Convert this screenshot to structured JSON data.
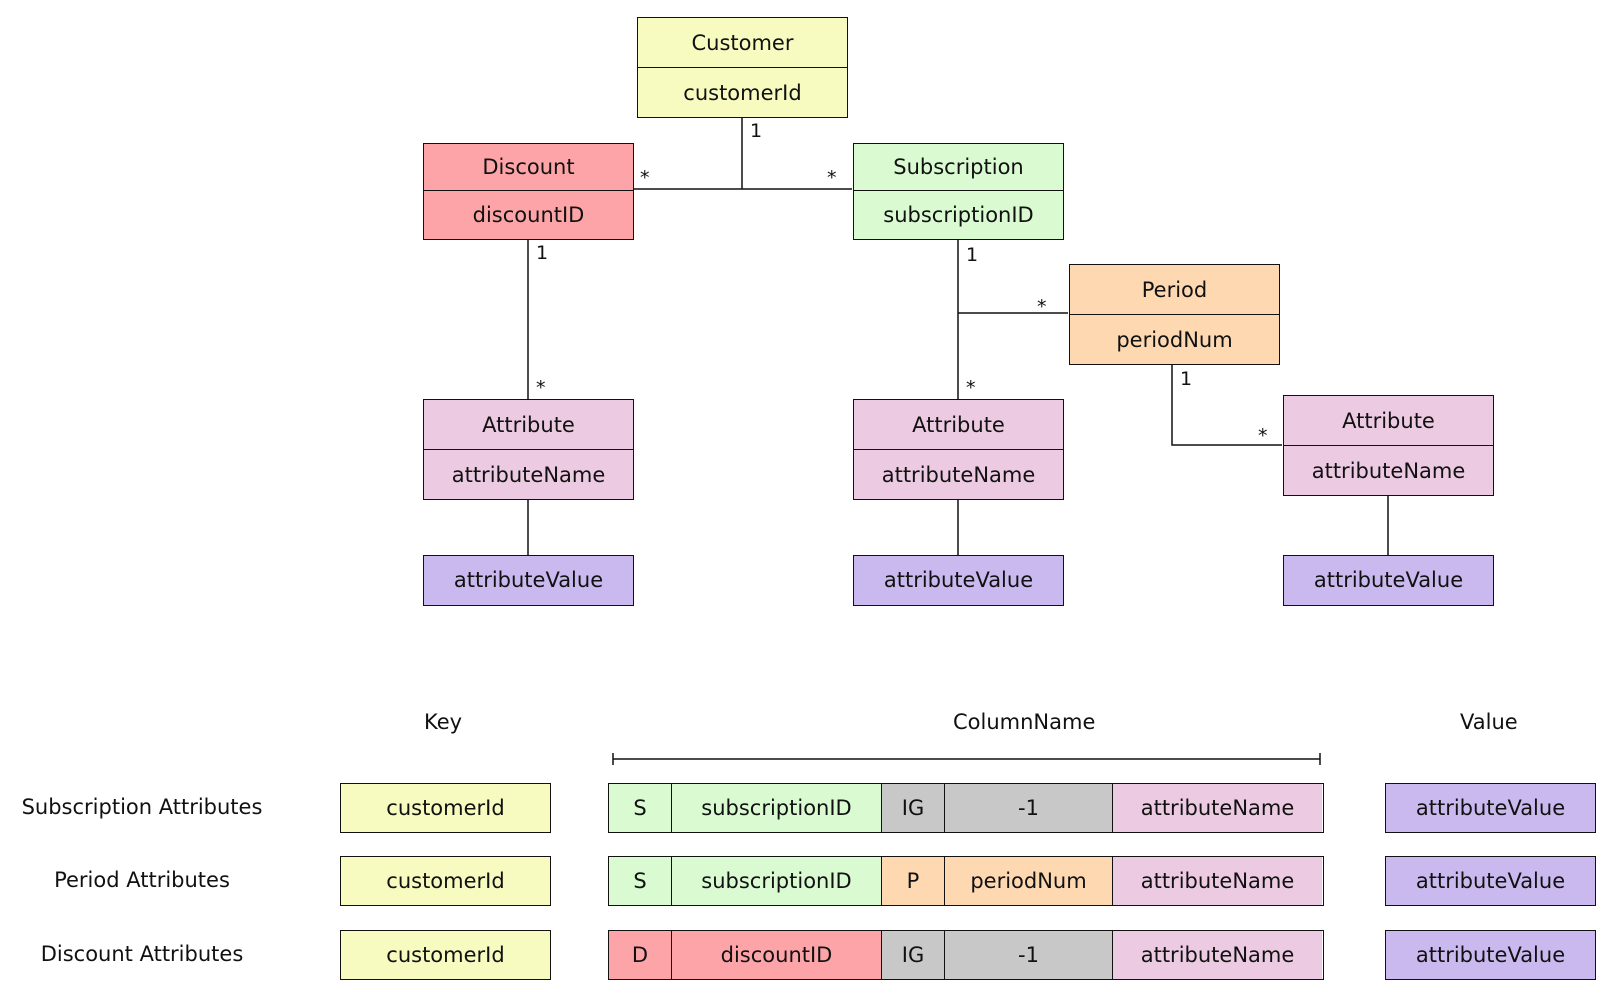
{
  "colors": {
    "customer": "#f7fbbf",
    "discount": "#fda4a8",
    "subscription": "#dafbd2",
    "period": "#fdd8b1",
    "attribute": "#ebcae2",
    "value": "#c9b9ee",
    "ignore": "#c8c8c8"
  },
  "entities": {
    "customer": {
      "name": "Customer",
      "key": "customerId"
    },
    "discount": {
      "name": "Discount",
      "key": "discountID"
    },
    "subscription": {
      "name": "Subscription",
      "key": "subscriptionID"
    },
    "period": {
      "name": "Period",
      "key": "periodNum"
    },
    "attr_discount": {
      "name": "Attribute",
      "key": "attributeName"
    },
    "attr_subscription": {
      "name": "Attribute",
      "key": "attributeName"
    },
    "attr_period": {
      "name": "Attribute",
      "key": "attributeName"
    },
    "value_discount": {
      "label": "attributeValue"
    },
    "value_subscription": {
      "label": "attributeValue"
    },
    "value_period": {
      "label": "attributeValue"
    }
  },
  "multiplicities": {
    "customer_one": "1",
    "discount_many": "*",
    "subscription_many": "*",
    "discount_one": "1",
    "discount_attr_many": "*",
    "subscription_one": "1",
    "period_many": "*",
    "subscription_attr_many": "*",
    "period_one": "1",
    "period_attr_many": "*"
  },
  "table": {
    "headers": {
      "key": "Key",
      "column_name": "ColumnName",
      "value": "Value"
    },
    "rows": [
      {
        "label": "Subscription Attributes",
        "key": "customerId",
        "segments": [
          "S",
          "subscriptionID",
          "IG",
          "-1",
          "attributeName"
        ],
        "value": "attributeValue"
      },
      {
        "label": "Period Attributes",
        "key": "customerId",
        "segments": [
          "S",
          "subscriptionID",
          "P",
          "periodNum",
          "attributeName"
        ],
        "value": "attributeValue"
      },
      {
        "label": "Discount Attributes",
        "key": "customerId",
        "segments": [
          "D",
          "discountID",
          "IG",
          "-1",
          "attributeName"
        ],
        "value": "attributeValue"
      }
    ]
  }
}
